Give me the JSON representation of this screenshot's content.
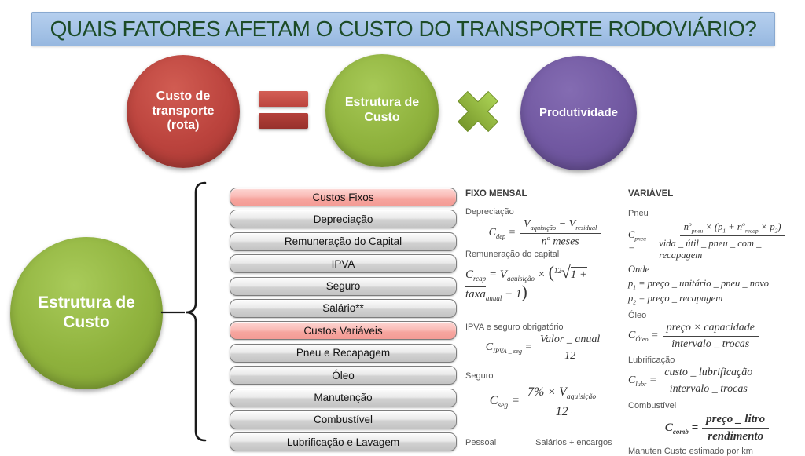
{
  "colors": {
    "title_bg": "#a5c3e7",
    "title_text": "#1d4c28",
    "red_circle": "#bb433d",
    "green_circle": "#8fb23d",
    "purple_circle": "#7158a1",
    "pink_bar": "#f6a59f",
    "gray_bar": "#d2d2d2"
  },
  "title": {
    "text": "QUAIS FATORES AFETAM O CUSTO DO TRANSPORTE RODOVIÁRIO?"
  },
  "equation": {
    "cost_circle": "Custo de\ntransporte\n(rota)",
    "equals_icon": "equals",
    "structure_circle": "Estrutura de\nCusto",
    "multiply_icon": "multiply",
    "productivity_circle": "Produtividade"
  },
  "structure": {
    "circle": "Estrutura de\nCusto",
    "items": [
      "Custos Fixos",
      "Depreciação",
      "Remuneração do Capital",
      "IPVA",
      "Seguro",
      "Salário**",
      "Custos Variáveis",
      "Pneu e Recapagem",
      "Óleo",
      "Manutenção",
      "Combustível",
      "Lubrificação e Lavagem"
    ]
  },
  "fixo": {
    "header": "FIXO MENSAL",
    "depreciacao": {
      "label": "Depreciação",
      "lhs": [
        {
          "t": "C"
        },
        {
          "t": "dep",
          "k": "sub"
        },
        {
          "t": " = "
        }
      ],
      "num": [
        {
          "t": "V"
        },
        {
          "t": "aquisição",
          "k": "sub"
        },
        {
          "t": " − V"
        },
        {
          "t": "residual",
          "k": "sub"
        }
      ],
      "den": [
        {
          "t": "n"
        },
        {
          "t": "o",
          "k": "sup"
        },
        {
          "t": " meses"
        }
      ]
    },
    "remuneracao": {
      "label": "Remuneração do capital",
      "inline": [
        {
          "t": "C"
        },
        {
          "t": "rcap",
          "k": "sub"
        },
        {
          "t": " = V"
        },
        {
          "t": "aquisição",
          "k": "sub"
        },
        {
          "t": " × "
        },
        {
          "t": "(",
          "k": "big"
        },
        {
          "t": "12",
          "k": "sup"
        },
        {
          "t": "√",
          "k": "big"
        },
        {
          "t": "1 + taxa",
          "k": "over"
        },
        {
          "t": "anual",
          "k": "sub"
        },
        {
          "t": " − 1"
        },
        {
          "t": ")",
          "k": "big"
        }
      ]
    },
    "ipva": {
      "label": "IPVA e seguro obrigatório",
      "lhs": [
        {
          "t": "C"
        },
        {
          "t": "IPVA _ seg",
          "k": "sub"
        },
        {
          "t": " = "
        }
      ],
      "num": [
        {
          "t": "Valor _ anual"
        }
      ],
      "den": [
        {
          "t": "12"
        }
      ]
    },
    "seguro": {
      "label": "Seguro",
      "lhs": [
        {
          "t": "C"
        },
        {
          "t": "seg",
          "k": "sub"
        },
        {
          "t": " = "
        }
      ],
      "num": [
        {
          "t": "7% × V"
        },
        {
          "t": "aquisição",
          "k": "sub"
        }
      ],
      "den": [
        {
          "t": "12"
        }
      ]
    },
    "pessoal": {
      "label": "Pessoal",
      "value": "Salários + encargos"
    }
  },
  "variavel": {
    "header": "VARIÁVEL",
    "pneu": {
      "label": "Pneu",
      "lhs": [
        {
          "t": "C"
        },
        {
          "t": "pneu",
          "k": "sub"
        },
        {
          "t": " = "
        }
      ],
      "num": [
        {
          "t": "n"
        },
        {
          "t": "o",
          "k": "sup"
        },
        {
          "t": "pneu",
          "k": "sub"
        },
        {
          "t": " × (p"
        },
        {
          "t": "1",
          "k": "sub"
        },
        {
          "t": " + n"
        },
        {
          "t": "o",
          "k": "sup"
        },
        {
          "t": "recap",
          "k": "sub"
        },
        {
          "t": " × p"
        },
        {
          "t": "2",
          "k": "sub"
        },
        {
          "t": ")"
        }
      ],
      "den": [
        {
          "t": "vida _ útil _ pneu _ com _ recapagem"
        }
      ],
      "onde": "Onde",
      "p1": [
        {
          "t": "p"
        },
        {
          "t": "1",
          "k": "sub"
        },
        {
          "t": " = preço _ unitário _ pneu _ novo"
        }
      ],
      "p2": [
        {
          "t": "p"
        },
        {
          "t": "2",
          "k": "sub"
        },
        {
          "t": " = preço _ recapagem"
        }
      ]
    },
    "oleo": {
      "label": "Óleo",
      "lhs": [
        {
          "t": "C"
        },
        {
          "t": "Óleo",
          "k": "sub"
        },
        {
          "t": " = "
        }
      ],
      "num": [
        {
          "t": "preço × capacidade"
        }
      ],
      "den": [
        {
          "t": "intervalo _ trocas"
        }
      ]
    },
    "lubrificacao": {
      "label": "Lubrificação",
      "lhs": [
        {
          "t": "C"
        },
        {
          "t": "lubr",
          "k": "sub"
        },
        {
          "t": " = "
        }
      ],
      "num": [
        {
          "t": "custo _ lubrificação"
        }
      ],
      "den": [
        {
          "t": "intervalo _ trocas"
        }
      ]
    },
    "combustivel": {
      "label": "Combustível",
      "lhs": [
        {
          "t": "C"
        },
        {
          "t": "comb",
          "k": "sub"
        },
        {
          "t": " = "
        }
      ],
      "num": [
        {
          "t": "preço _ litro"
        }
      ],
      "den": [
        {
          "t": "rendimento"
        }
      ]
    },
    "manutencao": {
      "label": "Manuten",
      "value": "Custo estimado por km"
    }
  }
}
